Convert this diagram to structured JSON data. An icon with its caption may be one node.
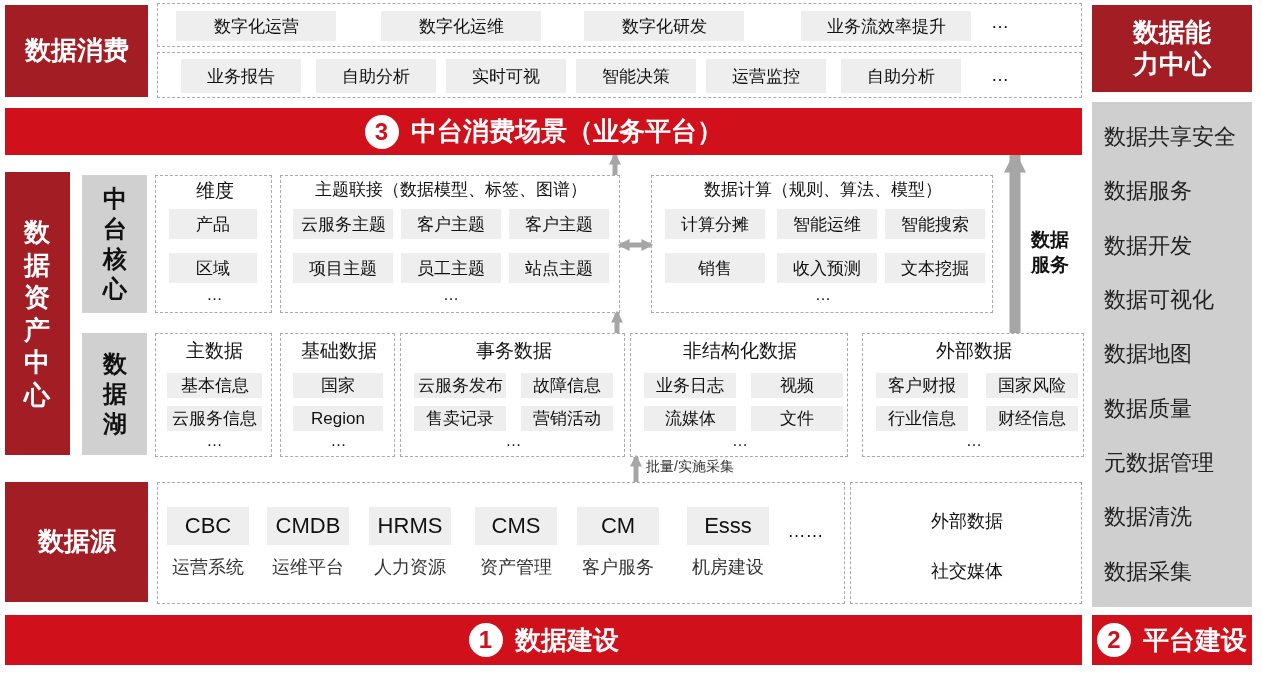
{
  "diagram": {
    "nodes": [
      {
        "text": [
          "数据消费"
        ]
      },
      {
        "text": [
          "…"
        ]
      },
      {
        "text": [
          "数字化运营"
        ],
        "in": 1
      },
      {
        "text": [
          "数字化运维"
        ],
        "in": 1
      },
      {
        "text": [
          "数字化研发"
        ],
        "in": 1
      },
      {
        "text": [
          "业务流效率提升"
        ],
        "in": 1
      },
      {
        "text": [
          "…"
        ]
      },
      {
        "text": [
          "业务报告"
        ],
        "in": 6
      },
      {
        "text": [
          "自助分析"
        ],
        "in": 6
      },
      {
        "text": [
          "实时可视"
        ],
        "in": 6
      },
      {
        "text": [
          "智能决策"
        ],
        "in": 6
      },
      {
        "text": [
          "运营监控"
        ],
        "in": 6
      },
      {
        "text": [
          "自助分析"
        ],
        "in": 6
      },
      {
        "text": [
          "数据能力中心"
        ]
      },
      {
        "text": [
          "数据共享安全",
          "数据服务",
          "数据开发",
          "数据可视化",
          "数据地图",
          "数据质量",
          "元数据管理",
          "数据清洗",
          "数据采集"
        ]
      },
      {
        "text": [
          "3",
          "中台消费场景（业务平台）"
        ]
      },
      {
        "text": [
          "数据资产中心"
        ]
      },
      {
        "text": [
          "中台核心"
        ]
      },
      {
        "text": [
          "维度",
          "…"
        ]
      },
      {
        "text": [
          "产品"
        ],
        "in": 18
      },
      {
        "text": [
          "区域"
        ],
        "in": 18
      },
      {
        "text": [
          "主题联接（数据模型、标签、图谱）",
          "…"
        ]
      },
      {
        "text": [
          "云服务主题"
        ],
        "in": 21
      },
      {
        "text": [
          "客户主题"
        ],
        "in": 21
      },
      {
        "text": [
          "客户主题"
        ],
        "in": 21
      },
      {
        "text": [
          "项目主题"
        ],
        "in": 21
      },
      {
        "text": [
          "员工主题"
        ],
        "in": 21
      },
      {
        "text": [
          "站点主题"
        ],
        "in": 21
      },
      {
        "text": [
          "数据计算（规则、算法、模型）",
          "…"
        ]
      },
      {
        "text": [
          "计算分摊"
        ],
        "in": 28
      },
      {
        "text": [
          "智能运维"
        ],
        "in": 28
      },
      {
        "text": [
          "智能搜索"
        ],
        "in": 28
      },
      {
        "text": [
          "销售"
        ],
        "in": 28
      },
      {
        "text": [
          "收入预测"
        ],
        "in": 28
      },
      {
        "text": [
          "文本挖掘"
        ],
        "in": 28
      },
      {
        "text": [
          "数据湖"
        ]
      },
      {
        "text": [
          "主数据",
          "…"
        ]
      },
      {
        "text": [
          "基本信息"
        ],
        "in": 36
      },
      {
        "text": [
          "云服务信息"
        ],
        "in": 36
      },
      {
        "text": [
          "基础数据",
          "…"
        ]
      },
      {
        "text": [
          "国家"
        ],
        "in": 39
      },
      {
        "text": [
          "Region"
        ],
        "in": 39
      },
      {
        "text": [
          "事务数据",
          "…"
        ]
      },
      {
        "text": [
          "云服务发布"
        ],
        "in": 42
      },
      {
        "text": [
          "故障信息"
        ],
        "in": 42
      },
      {
        "text": [
          "售卖记录"
        ],
        "in": 42
      },
      {
        "text": [
          "营销活动"
        ],
        "in": 42
      },
      {
        "text": [
          "非结构化数据",
          "…"
        ]
      },
      {
        "text": [
          "业务日志"
        ],
        "in": 47
      },
      {
        "text": [
          "视频"
        ],
        "in": 47
      },
      {
        "text": [
          "流媒体"
        ],
        "in": 47
      },
      {
        "text": [
          "文件"
        ],
        "in": 47
      },
      {
        "text": [
          "外部数据",
          "…"
        ]
      },
      {
        "text": [
          "客户财报"
        ],
        "in": 52
      },
      {
        "text": [
          "国家风险"
        ],
        "in": 52
      },
      {
        "text": [
          "行业信息"
        ],
        "in": 52
      },
      {
        "text": [
          "财经信息"
        ],
        "in": 52
      },
      {
        "text": [
          "数据源"
        ]
      },
      {
        "text": [
          "……"
        ]
      },
      {
        "text": [
          "CBC"
        ],
        "beside": [
          "运营系统"
        ],
        "in": 58
      },
      {
        "text": [
          "CMDB"
        ],
        "beside": [
          "运维平台"
        ],
        "in": 58
      },
      {
        "text": [
          "HRMS"
        ],
        "beside": [
          "人力资源"
        ],
        "in": 58
      },
      {
        "text": [
          "CMS"
        ],
        "beside": [
          "资产管理"
        ],
        "in": 58
      },
      {
        "text": [
          "CM"
        ],
        "beside": [
          "客户服务"
        ],
        "in": 58
      },
      {
        "text": [
          "Esss"
        ],
        "beside": [
          "机房建设"
        ],
        "in": 58
      },
      {
        "text": [
          "外部数据",
          "社交媒体"
        ]
      },
      {
        "text": [
          "1",
          "数据建设"
        ]
      },
      {
        "text": [
          "2",
          "平台建设"
        ]
      }
    ],
    "edges": [
      {
        "from": 58,
        "to": 47,
        "arrow": "to",
        "label": "批量/实施采集"
      },
      {
        "from": 42,
        "to": 21,
        "arrow": "to"
      },
      {
        "from": 21,
        "to": 15,
        "arrow": "to"
      },
      {
        "from": 21,
        "to": 28,
        "arrow": "both"
      },
      {
        "from": 52,
        "to": 15,
        "arrow": "to",
        "label": "数据服务",
        "style": "thick"
      }
    ]
  }
}
